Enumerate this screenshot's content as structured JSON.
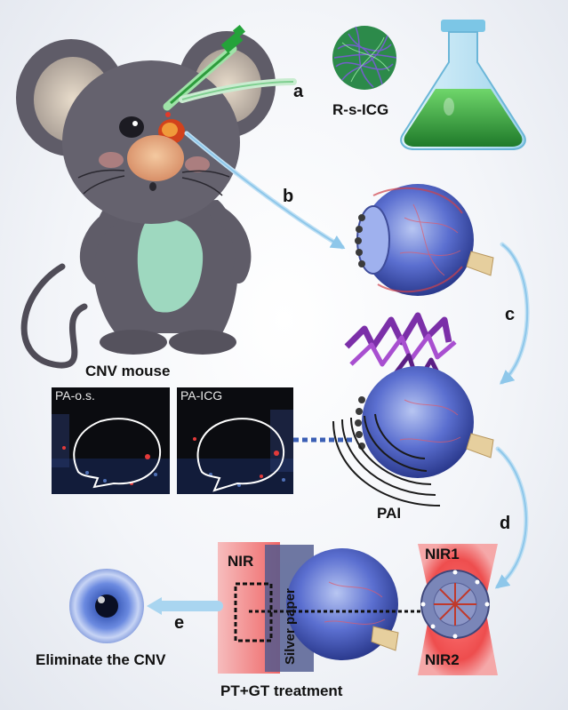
{
  "step_labels": {
    "a": "a",
    "b": "b",
    "c": "c",
    "d": "d",
    "e": "e"
  },
  "nanoparticle_label": "R-s-ICG",
  "mouse_label": "CNV mouse",
  "pa_panels": [
    {
      "title": "PA-o.s."
    },
    {
      "title": "PA-ICG"
    }
  ],
  "pai_label": "PAI",
  "nir_label": "NIR",
  "silver_paper_label": "Silver paper",
  "nir1_label": "NIR1",
  "nir2_label": "NIR2",
  "treatment_label": "PT+GT treatment",
  "result_label": "Eliminate the CNV",
  "colors": {
    "mouse_body": "#5f5c68",
    "mouse_belly": "#9ed8bf",
    "flask_liquid": "#2e9a3a",
    "eye_blue": "#4a5fc4",
    "laser_red": "#f04a4a",
    "arrow_blue": "#8ec7ea",
    "pa_wave": "#8a3ab0"
  }
}
